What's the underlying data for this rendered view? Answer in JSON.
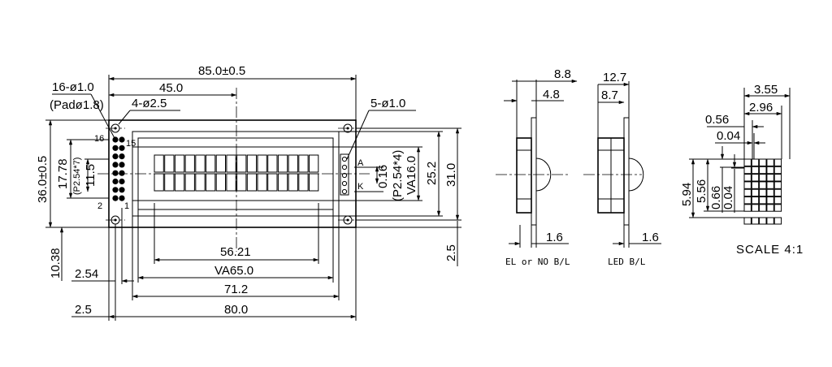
{
  "front_view": {
    "overall_width": "85.0±0.5",
    "half_width": "45.0",
    "pin_holes": "16-ø1.0",
    "pad_size": "(Padø1.8)",
    "mount_holes": "4-ø2.5",
    "bl_holes": "5-ø1.0",
    "overall_height": "36.0±0.5",
    "pin_span": "17.78",
    "pin_pitch": "(P2.54*7)",
    "pin_row_offset": "11.5",
    "pin_first": "16",
    "pin_15": "15",
    "pin_2": "2",
    "pin_1": "1",
    "label_anode": "A",
    "label_cathode": "K",
    "bl_gap": "0.16",
    "bl_pitch": "(P2.54*4)",
    "va_height": "VA16.0",
    "window_height": "25.2",
    "pcb_height": "31.0",
    "bottom_offset": "10.38",
    "right_offset": "2.5",
    "pin_pitch_bottom": "2.54",
    "text_area": "56.21",
    "va_width": "VA65.0",
    "window_width": "71.2",
    "pcb_width": "80.0",
    "left_offset": "2.5"
  },
  "side_views": {
    "el_thickness": "8.8",
    "el_pcb": "4.8",
    "el_pin": "1.6",
    "el_caption": "EL or NO B/L",
    "led_thickness": "12.7",
    "led_pcb": "8.7",
    "led_pin": "1.6",
    "led_caption": "LED B/L"
  },
  "char_detail": {
    "char_width": "3.55",
    "char_width_inner": "2.96",
    "dot_width": "0.56",
    "dot_gap": "0.04",
    "char_height": "5.94",
    "char_height_inner": "5.56",
    "dot_height": "0.66",
    "dot_gap_v": "0.04",
    "scale": "SCALE 4:1"
  }
}
